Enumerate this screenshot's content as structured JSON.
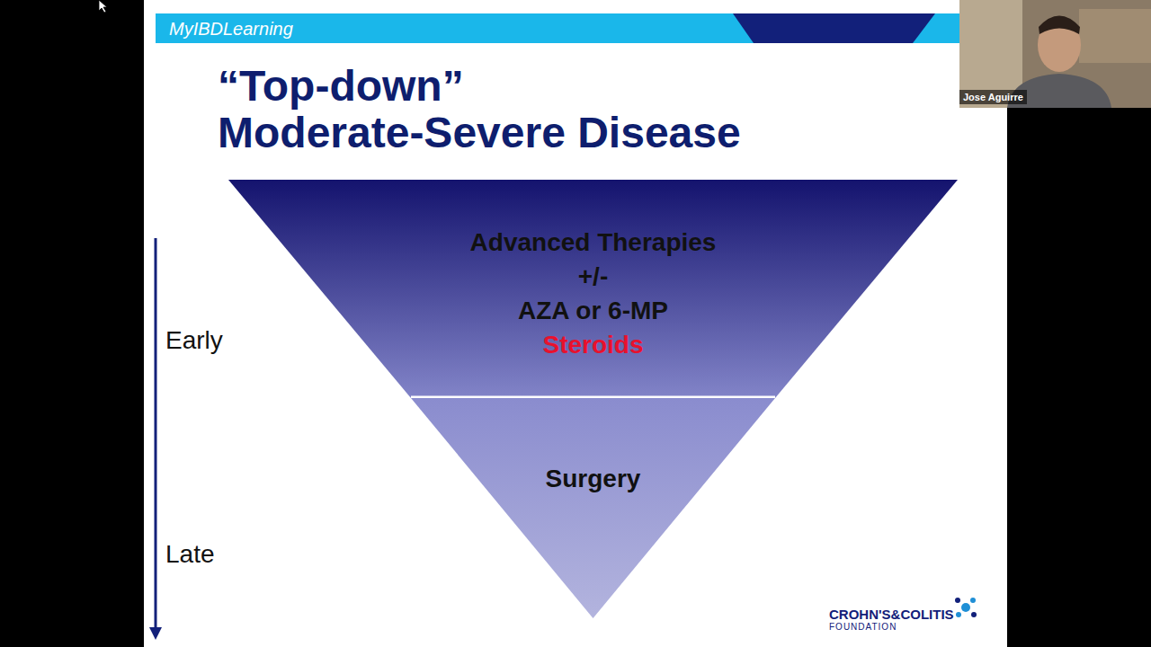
{
  "diagram": {
    "title": "“Top-down” Moderate-Severe Disease",
    "nodes": [
      {
        "text": [
          "Advanced Therapies",
          "+/-",
          "AZA or 6-MP",
          "Steroids"
        ]
      },
      {
        "text": [
          "Surgery"
        ]
      }
    ],
    "labels": [
      "MyIBDLearning",
      "Early",
      "Late",
      "CROHN'S&COLITIS",
      "FOUNDATION",
      "Jose Aguirre"
    ]
  }
}
